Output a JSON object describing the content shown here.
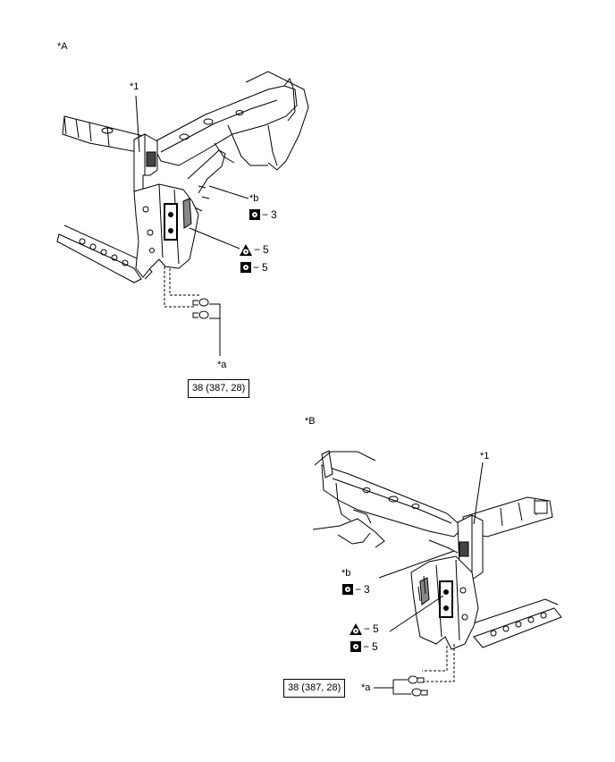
{
  "diagram_a": {
    "view_label": "*A",
    "callout_part": "*1",
    "callout_b": "*b",
    "callout_a": "*a",
    "sym_b_qty": "3",
    "sym_tri_qty": "5",
    "sym_sq_qty": "5",
    "torque": "38 (387, 28)"
  },
  "diagram_b": {
    "view_label": "*B",
    "callout_part": "*1",
    "callout_b": "*b",
    "callout_a": "*a",
    "sym_b_qty": "3",
    "sym_tri_qty": "5",
    "sym_sq_qty": "5",
    "torque": "38 (387, 28)"
  },
  "dash": "−",
  "icons": {
    "square": "square-dot-icon",
    "triangle": "triangle-dot-icon"
  }
}
